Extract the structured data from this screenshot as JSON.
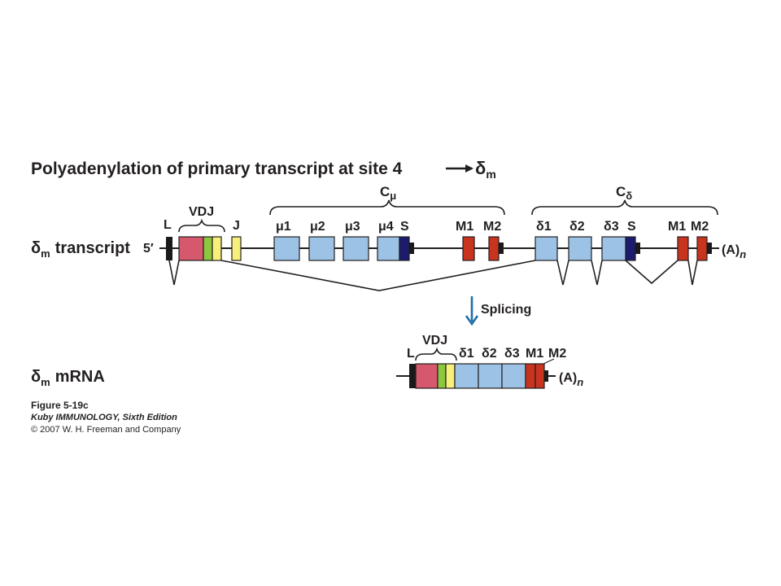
{
  "title": {
    "text": "Polyadenylation of primary transcript at site 4",
    "arrow_result": "δ",
    "arrow_result_sub": "m"
  },
  "transcript": {
    "label_main": "δ",
    "label_sub": "m",
    "label_rest": "transcript",
    "five_prime": "5′",
    "poly_a": "(A)",
    "poly_a_sub": "n",
    "labels": {
      "L": "L",
      "VDJ": "VDJ",
      "J": "J",
      "c_mu": "C",
      "c_mu_sub": "μ",
      "c_delta": "C",
      "c_delta_sub": "δ",
      "mu1": "μ1",
      "mu2": "μ2",
      "mu3": "μ3",
      "mu4": "μ4",
      "S_mu": "S",
      "M1_mu": "M1",
      "M2_mu": "M2",
      "delta1": "δ1",
      "delta2": "δ2",
      "delta3": "δ3",
      "S_delta": "S",
      "M1_delta": "M1",
      "M2_delta": "M2"
    }
  },
  "splicing": {
    "label": "Splicing"
  },
  "mrna": {
    "label_main": "δ",
    "label_sub": "m",
    "label_rest": "mRNA",
    "poly_a": "(A)",
    "poly_a_sub": "n",
    "labels": {
      "L": "L",
      "VDJ": "VDJ",
      "d1": "δ1",
      "d2": "δ2",
      "d3": "δ3",
      "M1": "M1",
      "M2": "M2"
    }
  },
  "caption": {
    "figure": "Figure 5-19c",
    "book": "Kuby IMMUNOLOGY, Sixth Edition",
    "copyright": "© 2007 W. H. Freeman and Company"
  },
  "colors": {
    "leader": "#1a1a1a",
    "v_segment": "#d5586c",
    "d_segment": "#8dc63f",
    "j_segment": "#f7f07a",
    "constant_exon": "#9cc3e5",
    "switch": "#1c1c6e",
    "membrane_exon": "#c8341e",
    "line": "#231f20",
    "splice_arrow": "#1f6fa8"
  }
}
